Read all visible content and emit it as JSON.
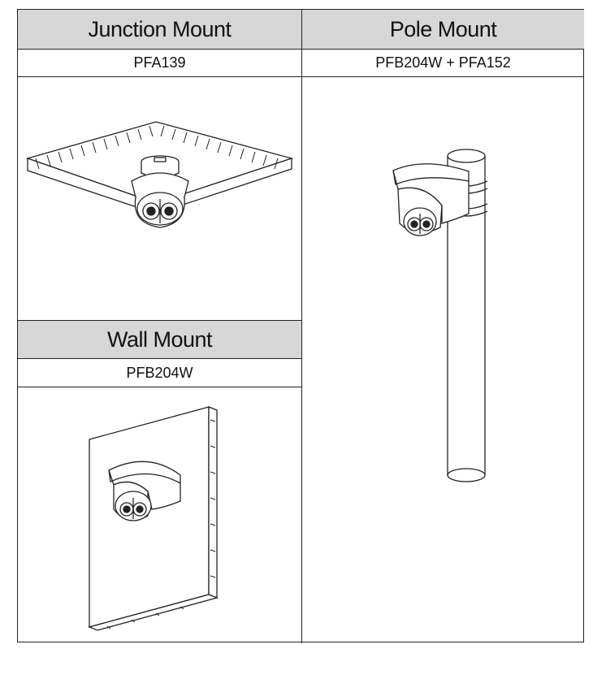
{
  "table": {
    "left_column": {
      "title": "Junction Mount",
      "model": "PFA139"
    },
    "right_column": {
      "title": "Pole Mount",
      "model": "PFB204W + PFA152"
    },
    "lower_left": {
      "title": "Wall Mount",
      "model": "PFB204W"
    }
  },
  "illustrations": {
    "junction": "ceiling-junction-box-camera",
    "pole": "pole-mounted-camera",
    "wall": "wall-mounted-camera"
  },
  "colors": {
    "header_bg": "#d7d7d7",
    "line": "#222222"
  }
}
